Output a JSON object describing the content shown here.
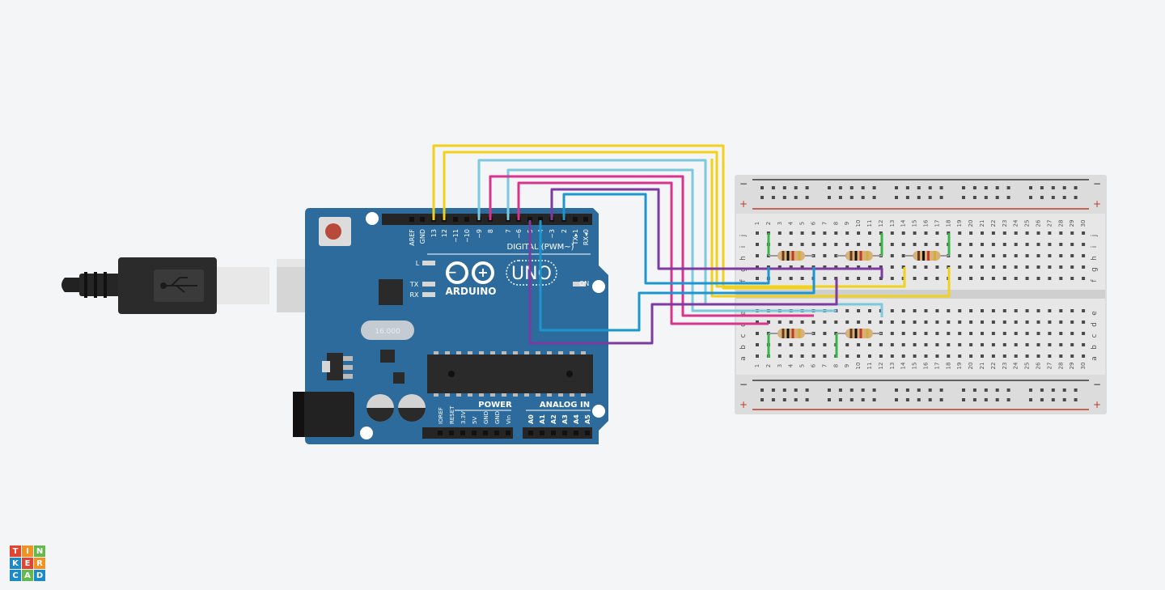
{
  "arduino": {
    "brand": "ARDUINO",
    "model": "UNO",
    "digital_label": "DIGITAL (PWM~)",
    "power_label": "POWER",
    "analog_label": "ANALOG IN",
    "on_label": "ON",
    "led_l": "L",
    "led_tx": "TX",
    "led_rx": "RX",
    "crystal": "16.000",
    "digital_pins": [
      "AREF",
      "GND",
      "13",
      "12",
      "~11",
      "~10",
      "~9",
      "8",
      "7",
      "~6",
      "~5",
      "4",
      "~3",
      "2",
      "TX▸1",
      "RX◂0"
    ],
    "power_pins": [
      "IOREF",
      "RESET",
      "3.3V",
      "5V",
      "GND",
      "GND",
      "Vin"
    ],
    "analog_pins": [
      "A0",
      "A1",
      "A2",
      "A3",
      "A4",
      "A5"
    ]
  },
  "breadboard": {
    "columns": [
      "1",
      "2",
      "3",
      "4",
      "5",
      "6",
      "7",
      "8",
      "9",
      "10",
      "11",
      "12",
      "13",
      "14",
      "15",
      "16",
      "17",
      "18",
      "19",
      "20",
      "21",
      "22",
      "23",
      "24",
      "25",
      "26",
      "27",
      "28",
      "29",
      "30"
    ],
    "rows_top": [
      "j",
      "i",
      "h",
      "g",
      "f"
    ],
    "rows_bottom": [
      "e",
      "d",
      "c",
      "b",
      "a"
    ],
    "rail_minus": "−",
    "rail_plus": "+"
  },
  "colors": {
    "board": "#2d6b9c",
    "wire_yellow": "#f2d11c",
    "wire_lightblue": "#7cc8de",
    "wire_magenta": "#d8348b",
    "wire_purple": "#7d3aa0",
    "wire_blue": "#1d96cf",
    "wire_green": "#3bb44a",
    "logo_t": "#e4432d",
    "logo_i": "#f39221",
    "logo_n": "#64b94e",
    "logo_k": "#1c89c8",
    "logo_e": "#e4432d",
    "logo_r": "#f39221",
    "logo_c": "#1c89c8",
    "logo_a": "#64b94e",
    "logo_d": "#1c89c8"
  },
  "logo": {
    "letters": [
      "T",
      "I",
      "N",
      "K",
      "E",
      "R",
      "C",
      "A",
      "D"
    ]
  }
}
